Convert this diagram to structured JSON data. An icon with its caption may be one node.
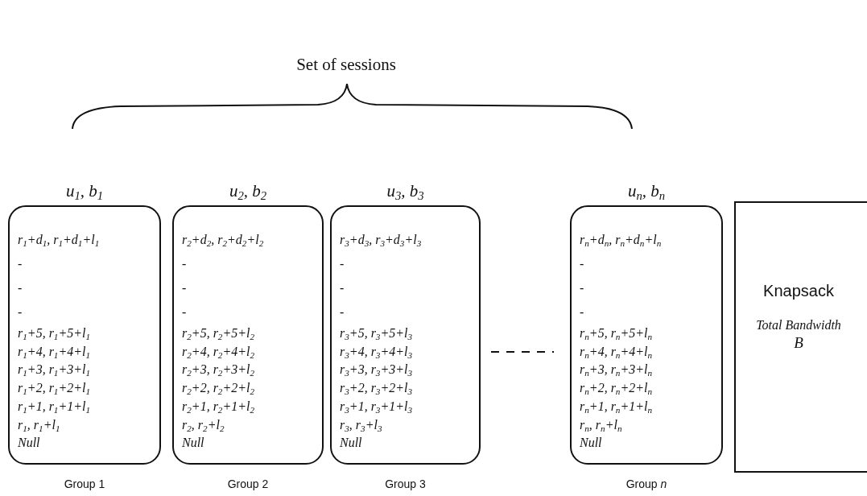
{
  "diagram": {
    "nodes": [
      {
        "text": [
          "u$_{1}$, b$_{1}$",
          "r$_{1}$+d$_{1}$, r$_{1}$+d$_{1}$+l$_{1}$",
          "-",
          "-",
          "-",
          "r$_{1}$+5, r$_{1}$+5+l$_{1}$",
          "r$_{1}$+4, r$_{1}$+4+l$_{1}$",
          "r$_{1}$+3, r$_{1}$+3+l$_{1}$",
          "r$_{1}$+2, r$_{1}$+2+l$_{1}$",
          "r$_{1}$+1, r$_{1}$+1+l$_{1}$",
          "r$_{1}$, r$_{1}$+l$_{1}$",
          "Null"
        ],
        "beside": [
          "Group 1"
        ]
      },
      {
        "text": [
          "u$_{2}$, b$_{2}$",
          "r$_{2}$+d$_{2}$, r$_{2}$+d$_{2}$+l$_{2}$",
          "-",
          "-",
          "-",
          "r$_{2}$+5, r$_{2}$+5+l$_{2}$",
          "r$_{2}$+4, r$_{2}$+4+l$_{2}$",
          "r$_{2}$+3, r$_{2}$+3+l$_{2}$",
          "r$_{2}$+2, r$_{2}$+2+l$_{2}$",
          "r$_{2}$+1, r$_{2}$+1+l$_{2}$",
          "r$_{2}$, r$_{2}$+l$_{2}$",
          "Null"
        ],
        "beside": [
          "Group 2"
        ]
      },
      {
        "text": [
          "u$_{3}$, b$_{3}$",
          "r$_{3}$+d$_{3}$, r$_{3}$+d$_{3}$+l$_{3}$",
          "-",
          "-",
          "-",
          "r$_{3}$+5, r$_{3}$+5+l$_{3}$",
          "r$_{3}$+4, r$_{3}$+4+l$_{3}$",
          "r$_{3}$+3, r$_{3}$+3+l$_{3}$",
          "r$_{3}$+2, r$_{3}$+2+l$_{3}$",
          "r$_{3}$+1, r$_{3}$+1+l$_{3}$",
          "r$_{3}$, r$_{3}$+l$_{3}$",
          "Null"
        ],
        "beside": [
          "Group 3"
        ]
      },
      {
        "text": [
          "u$_{n}$, b$_{n}$",
          "r$_{n}$+d$_{n}$, r$_{n}$+d$_{n}$+l$_{n}$",
          "-",
          "-",
          "-",
          "r$_{n}$+5, r$_{n}$+5+l$_{n}$",
          "r$_{n}$+4, r$_{n}$+4+l$_{n}$",
          "r$_{n}$+3, r$_{n}$+3+l$_{n}$",
          "r$_{n}$+2, r$_{n}$+2+l$_{n}$",
          "r$_{n}$+1, r$_{n}$+1+l$_{n}$",
          "r$_{n}$, r$_{n}$+l$_{n}$",
          "Null"
        ],
        "beside": [
          "Group *n*"
        ]
      },
      {
        "text": [
          "Knapsack",
          "Total Bandwidth",
          "B"
        ]
      }
    ],
    "labels": [
      "Set of sessions"
    ]
  }
}
